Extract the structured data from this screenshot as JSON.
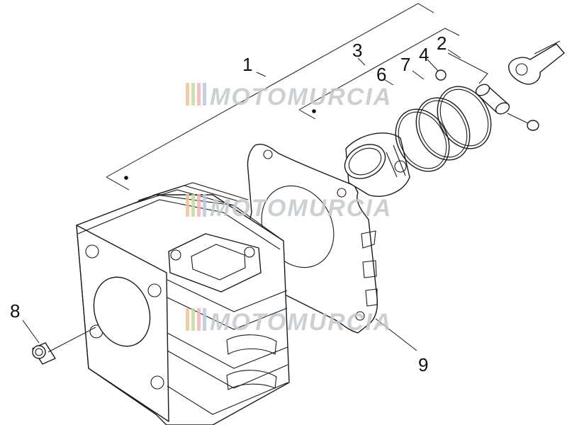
{
  "diagram": {
    "callouts": [
      {
        "id": "1",
        "label": "1"
      },
      {
        "id": "2",
        "label": "2"
      },
      {
        "id": "3",
        "label": "3"
      },
      {
        "id": "4",
        "label": "4"
      },
      {
        "id": "6",
        "label": "6"
      },
      {
        "id": "7",
        "label": "7"
      },
      {
        "id": "8",
        "label": "8"
      },
      {
        "id": "9",
        "label": "9"
      }
    ],
    "parts": {
      "cylinder": "cylinder-block",
      "gasket": "cylinder-base-gasket",
      "piston": "piston",
      "rings": "piston-rings",
      "pin": "piston-pin",
      "circlip": "circlip",
      "dowel": "centering-dowel",
      "conrod": "connecting-rod"
    }
  },
  "watermark": {
    "text": "MOTOMURCIA",
    "stripe_colors": [
      "#e9c6a0",
      "#c8d9a8",
      "#f0b8b8",
      "#c0c8d8"
    ],
    "text_color": "#c4c8cc"
  }
}
